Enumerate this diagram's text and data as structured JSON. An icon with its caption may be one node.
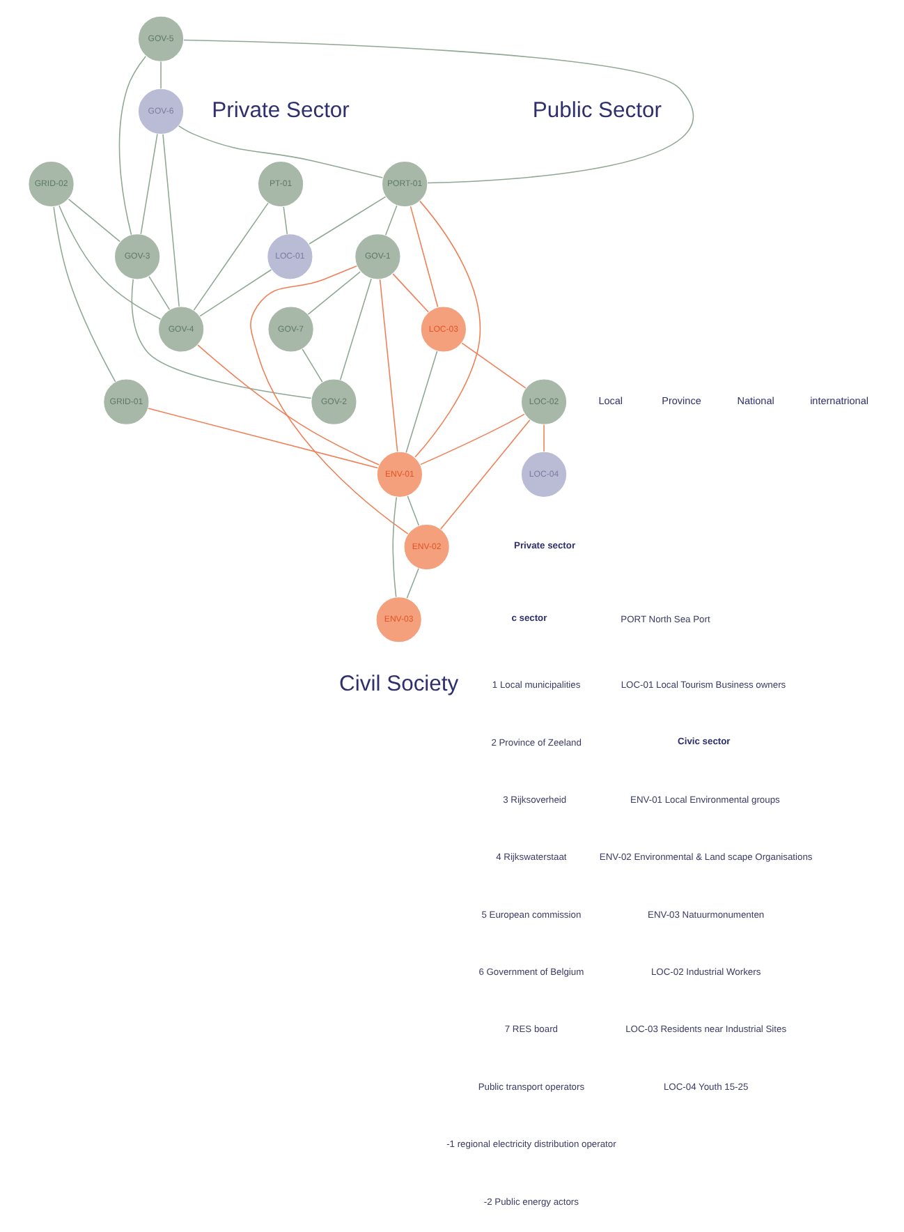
{
  "diagram": {
    "nodes": [
      {
        "text": [
          "GOV-5"
        ]
      },
      {
        "text": [
          "GOV-6"
        ]
      },
      {
        "text": [
          "PT-01"
        ]
      },
      {
        "text": [
          "PORT-01"
        ]
      },
      {
        "text": [
          "GRID-02"
        ]
      },
      {
        "text": [
          "GRID-01"
        ]
      },
      {
        "text": [
          "GOV-3"
        ]
      },
      {
        "text": [
          "GOV-4"
        ]
      },
      {
        "text": [
          "GOV-1"
        ]
      },
      {
        "text": [
          "GOV-2"
        ]
      },
      {
        "text": [
          "LOC-01"
        ]
      },
      {
        "text": [
          "LOC-03"
        ]
      },
      {
        "text": [
          "GOV-7"
        ]
      },
      {
        "text": [
          "LOC-02"
        ]
      },
      {
        "text": [
          "LOC-04"
        ]
      },
      {
        "text": [
          "ENV-01"
        ]
      },
      {
        "text": [
          "ENV-02"
        ]
      },
      {
        "text": [
          "ENV-03"
        ]
      }
    ],
    "edges": [
      {
        "from": 0,
        "to": 3,
        "arrow": "none"
      },
      {
        "from": 0,
        "to": 1,
        "arrow": "none"
      },
      {
        "from": 0,
        "to": 6,
        "arrow": "none"
      },
      {
        "from": 1,
        "to": 3,
        "arrow": "none"
      },
      {
        "from": 1,
        "to": 6,
        "arrow": "none"
      },
      {
        "from": 1,
        "to": 7,
        "arrow": "none"
      },
      {
        "from": 2,
        "to": 10,
        "arrow": "none"
      },
      {
        "from": 2,
        "to": 7,
        "arrow": "none"
      },
      {
        "from": 3,
        "to": 10,
        "arrow": "none"
      },
      {
        "from": 3,
        "to": 8,
        "arrow": "none"
      },
      {
        "from": 4,
        "to": 5,
        "arrow": "none"
      },
      {
        "from": 4,
        "to": 6,
        "arrow": "none"
      },
      {
        "from": 4,
        "to": 7,
        "arrow": "none"
      },
      {
        "from": 6,
        "to": 7,
        "arrow": "none"
      },
      {
        "from": 6,
        "to": 9,
        "arrow": "none"
      },
      {
        "from": 10,
        "to": 7,
        "arrow": "none"
      },
      {
        "from": 8,
        "to": 9,
        "arrow": "none"
      },
      {
        "from": 8,
        "to": 12,
        "arrow": "none"
      },
      {
        "from": 12,
        "to": 9,
        "arrow": "none"
      },
      {
        "from": 11,
        "to": 15,
        "arrow": "none"
      },
      {
        "from": 15,
        "to": 16,
        "arrow": "none"
      },
      {
        "from": 15,
        "to": 17,
        "arrow": "none"
      },
      {
        "from": 16,
        "to": 17,
        "arrow": "none"
      },
      {
        "from": 3,
        "to": 11,
        "arrow": "none",
        "color": "#f07f55"
      },
      {
        "from": 3,
        "to": 15,
        "arrow": "none",
        "color": "#f07f55"
      },
      {
        "from": 5,
        "to": 15,
        "arrow": "none",
        "color": "#f07f55"
      },
      {
        "from": 7,
        "to": 15,
        "arrow": "none",
        "color": "#f07f55"
      },
      {
        "from": 8,
        "to": 11,
        "arrow": "none",
        "color": "#f07f55"
      },
      {
        "from": 8,
        "to": 15,
        "arrow": "none",
        "color": "#f07f55"
      },
      {
        "from": 8,
        "to": 16,
        "arrow": "none",
        "color": "#f07f55"
      },
      {
        "from": 11,
        "to": 13,
        "arrow": "none",
        "color": "#f07f55"
      },
      {
        "from": 13,
        "to": 14,
        "arrow": "none",
        "color": "#f07f55"
      },
      {
        "from": 13,
        "to": 15,
        "arrow": "none",
        "color": "#f07f55"
      },
      {
        "from": 13,
        "to": 16,
        "arrow": "none",
        "color": "#f07f55"
      }
    ],
    "labels": [
      "Private Sector",
      "Public Sector",
      "Local",
      "Province",
      "National",
      "internatrional",
      "Civil Society",
      "c sector",
      "1 Local municipalities",
      "2 Province of Zeeland",
      "3 Rijksoverheid",
      "4 Rijkswaterstaat",
      "5 European commission",
      "6 Government of Belgium",
      "7 RES board",
      "Public transport operators",
      "-1 regional electricity distribution operator",
      "-2 Public energy actors",
      "Private sector",
      "PORT North Sea Port",
      "LOC-01 Local Tourism Business owners",
      "Civic sector",
      "ENV-01 Local Environmental groups",
      "ENV-02 Environmental & Land scape Organisations",
      "ENV-03 Natuurmonumenten",
      "LOC-02 Industrial Workers",
      "LOC-03 Residents near Industrial Sites",
      "LOC-04 Youth 15-25"
    ]
  }
}
